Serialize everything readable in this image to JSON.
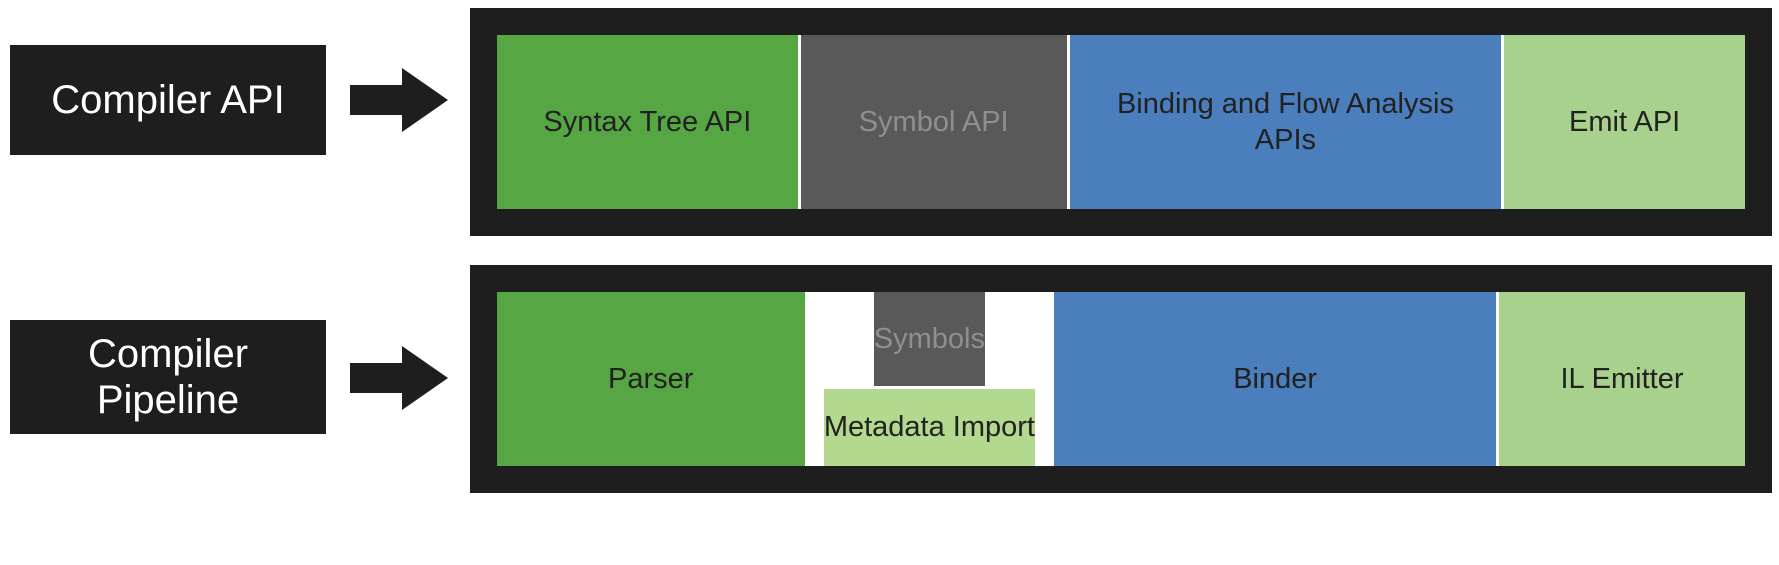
{
  "palette": {
    "frame_black": "#1e1e1e",
    "green": "#57a644",
    "dark_gray": "#595959",
    "blue": "#4a7ebc",
    "light_green": "#a9d18e",
    "metadata_green": "#b3d98e",
    "white": "#ffffff",
    "dark_text": "#212121",
    "muted_gray_text": "#8f8f8f"
  },
  "rows": [
    {
      "label": "Compiler API",
      "boxes": [
        {
          "label": "Syntax Tree API"
        },
        {
          "label": "Symbol API"
        },
        {
          "label": "Binding and Flow Analysis APIs"
        },
        {
          "label": "Emit API"
        }
      ]
    },
    {
      "label": "Compiler Pipeline",
      "boxes": [
        {
          "label": "Parser"
        },
        {
          "top_label": "Symbols",
          "bottom_label": "Metadata Import"
        },
        {
          "label": "Binder"
        },
        {
          "label": "IL Emitter"
        }
      ]
    }
  ]
}
